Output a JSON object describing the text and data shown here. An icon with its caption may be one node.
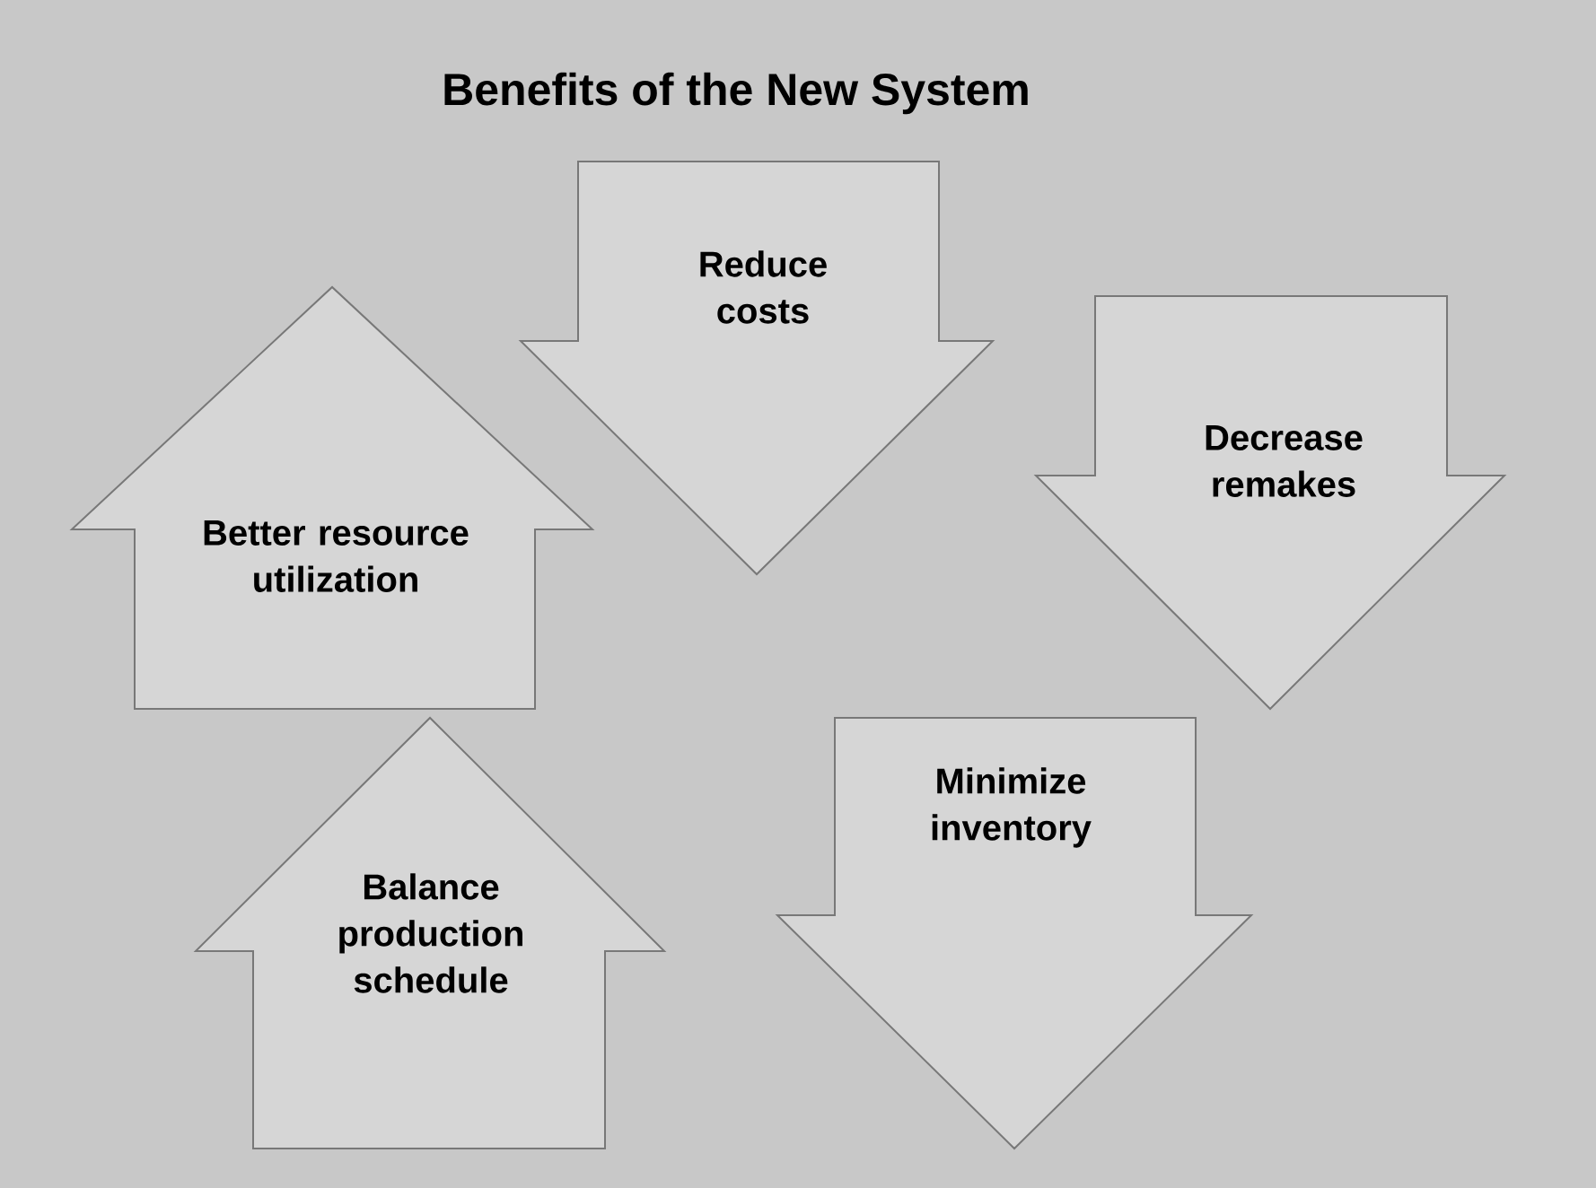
{
  "diagram": {
    "title": "Benefits of the New System",
    "nodes": [
      {
        "text": [
          "Reduce costs"
        ]
      },
      {
        "text": [
          "Decrease remakes"
        ]
      },
      {
        "text": [
          "Better resource utilization"
        ]
      },
      {
        "text": [
          "Balance production schedule"
        ]
      },
      {
        "text": [
          "Minimize inventory"
        ]
      }
    ]
  }
}
